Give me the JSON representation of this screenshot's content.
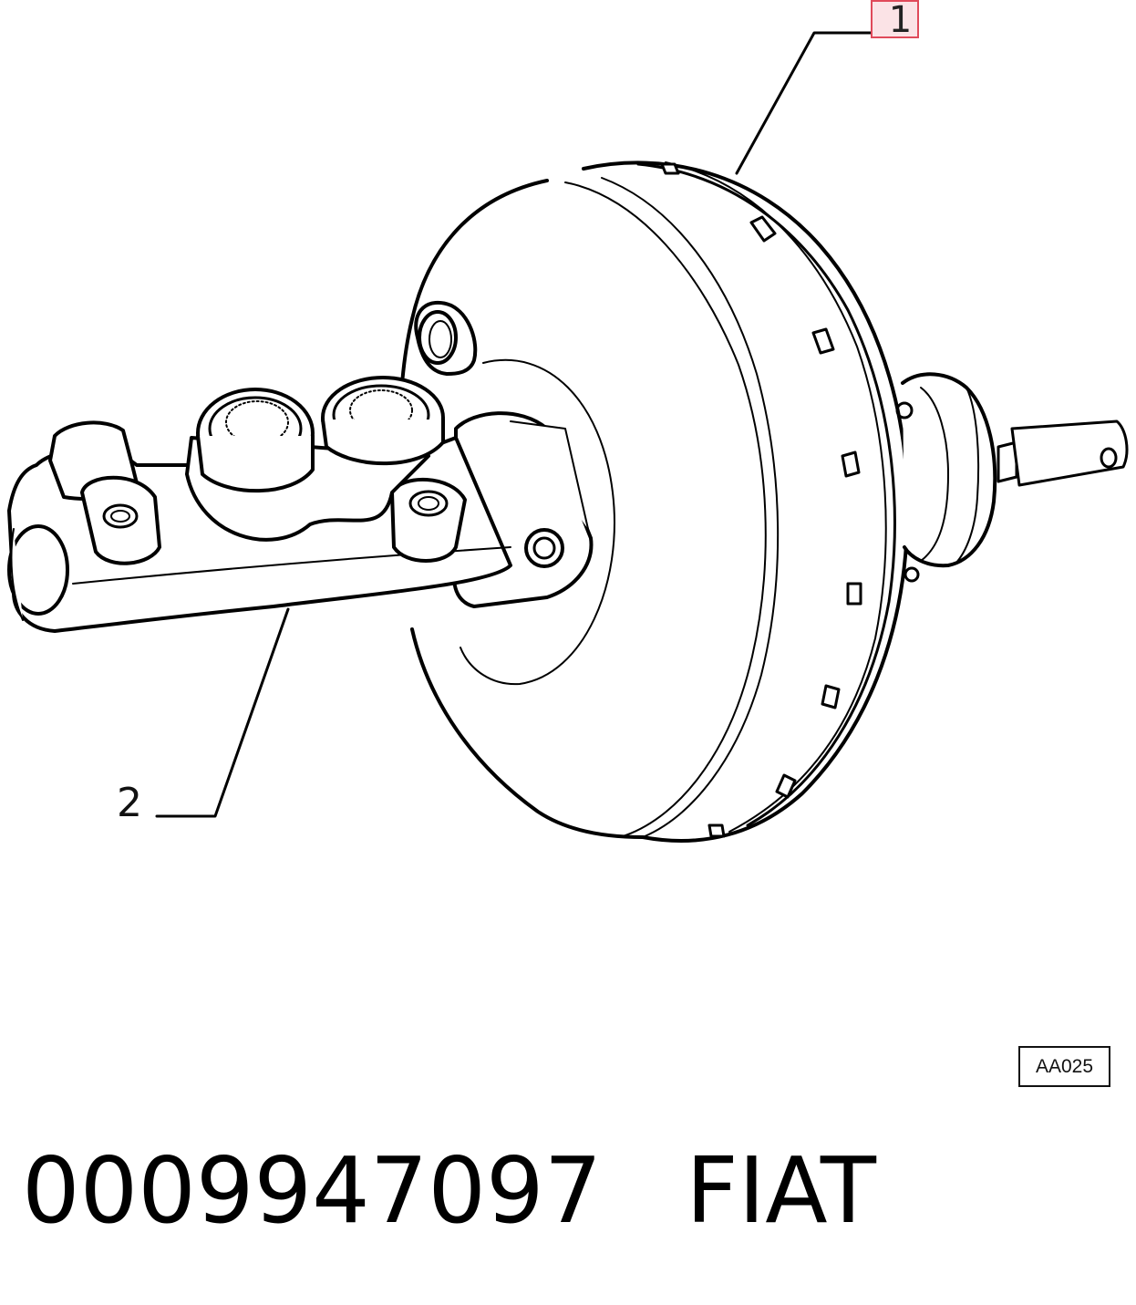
{
  "callouts": [
    {
      "number": "1"
    },
    {
      "number": "2"
    }
  ],
  "reference_code": "AA025",
  "caption": {
    "part_number": "0009947097",
    "brand": "FIAT"
  },
  "colors": {
    "line": "#000000",
    "callout_highlight_fill": "#fbe3e6",
    "callout_highlight_border": "#e04a5a"
  }
}
